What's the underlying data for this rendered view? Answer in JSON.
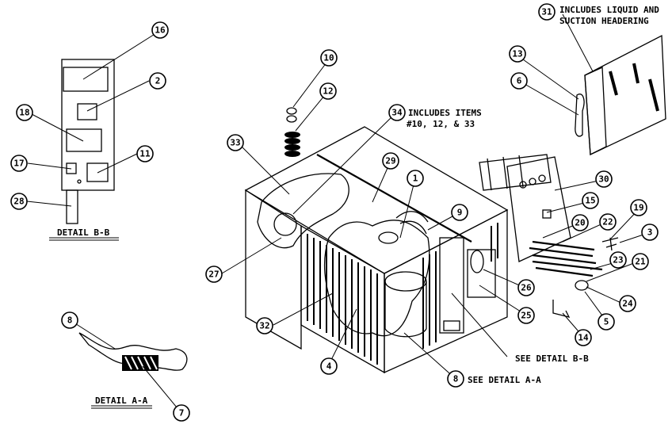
{
  "notes": {
    "n31_line1": "INCLUDES LIQUID AND",
    "n31_line2": "SUCTION HEADERING",
    "n34_line1": "INCLUDES ITEMS",
    "n34_line2": "#10, 12, & 33",
    "see_detail_bb": "SEE DETAIL B-B",
    "see_detail_aa": "SEE DETAIL A-A"
  },
  "details": {
    "bb_title": "DETAIL B-B",
    "aa_title": "DETAIL A-A"
  },
  "callouts": {
    "c1": "1",
    "c2": "2",
    "c3": "3",
    "c4": "4",
    "c5": "5",
    "c6": "6",
    "c7": "7",
    "c8a": "8",
    "c8b": "8",
    "c9": "9",
    "c10": "10",
    "c11": "11",
    "c12": "12",
    "c13": "13",
    "c14": "14",
    "c15": "15",
    "c16": "16",
    "c17": "17",
    "c18": "18",
    "c19": "19",
    "c20": "20",
    "c21": "21",
    "c22": "22",
    "c23": "23",
    "c24": "24",
    "c25": "25",
    "c26": "26",
    "c27": "27",
    "c28": "28",
    "c29": "29",
    "c30": "30",
    "c31": "31",
    "c32": "32",
    "c33": "33",
    "c34": "34"
  }
}
